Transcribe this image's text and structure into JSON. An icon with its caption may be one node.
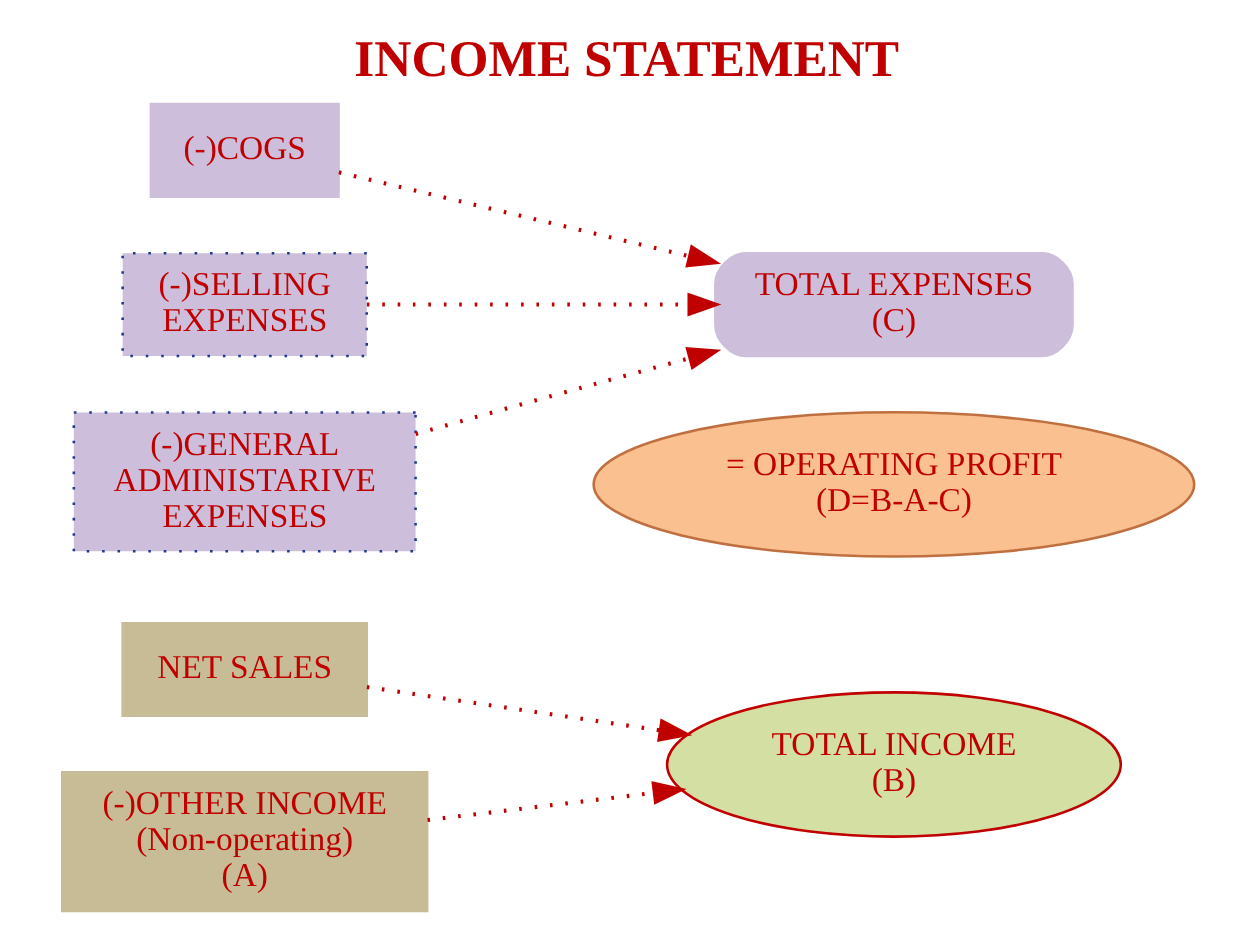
{
  "diagram": {
    "title": "INCOME STATEMENT",
    "nodes": [
      {
        "text": [
          "NET SALES"
        ]
      },
      {
        "text": [
          "(-)OTHER INCOME (Non-operating) (A)"
        ]
      },
      {
        "text": [
          "TOTAL INCOME (B)"
        ]
      },
      {
        "text": [
          "(-)COGS"
        ]
      },
      {
        "text": [
          "(-)SELLING EXPENSES"
        ]
      },
      {
        "text": [
          "(-)GENERAL ADMINISTARIVE EXPENSES"
        ]
      },
      {
        "text": [
          "TOTAL EXPENSES (C)"
        ]
      },
      {
        "text": [
          "= OPERATING PROFIT (D=B-A-C)"
        ]
      }
    ],
    "edges": [
      {
        "from": 0,
        "to": 2,
        "arrow": "to"
      },
      {
        "from": 1,
        "to": 2,
        "arrow": "to"
      },
      {
        "from": 3,
        "to": 6,
        "arrow": "to"
      },
      {
        "from": 4,
        "to": 6,
        "arrow": "to"
      },
      {
        "from": 5,
        "to": 6,
        "arrow": "to"
      }
    ]
  }
}
